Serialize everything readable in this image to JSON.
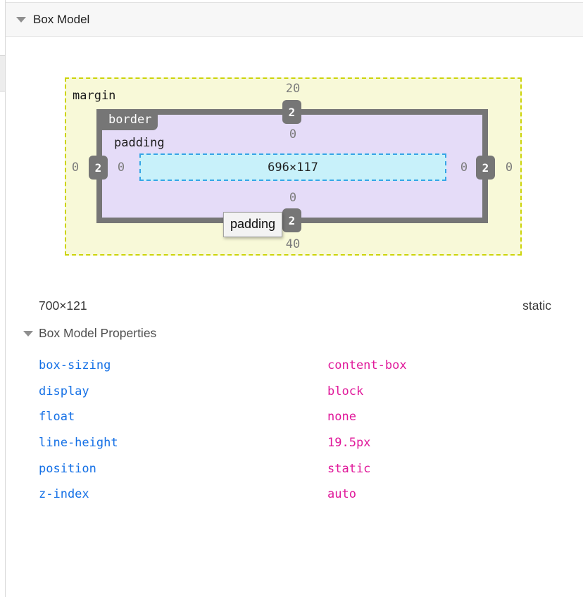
{
  "panel": {
    "header": {
      "title": "Box Model"
    },
    "diagram": {
      "margin_label": "margin",
      "border_label": "border",
      "padding_label": "padding",
      "content_size": "696×117",
      "values": {
        "margin_top": "20",
        "margin_bottom": "40",
        "margin_left": "0",
        "margin_right": "0",
        "border_top": "2",
        "border_bottom": "2",
        "border_left": "2",
        "border_right": "2",
        "padding_top": "0",
        "padding_bottom": "0",
        "padding_left": "0",
        "padding_right": "0"
      },
      "tooltip": "padding",
      "colors": {
        "margin_bg": "#f8f9d8",
        "margin_dash": "#ccd40a",
        "border_color": "#767676",
        "padding_bg": "#e5dcf8",
        "content_bg": "#c8f1fa",
        "content_dash": "#35a5e6"
      }
    },
    "summary": {
      "dimensions": "700×121",
      "position": "static"
    },
    "properties_section": {
      "title": "Box Model Properties",
      "name_color": "#1470e6",
      "value_color": "#e0189a",
      "properties": [
        {
          "name": "box-sizing",
          "value": "content-box"
        },
        {
          "name": "display",
          "value": "block"
        },
        {
          "name": "float",
          "value": "none"
        },
        {
          "name": "line-height",
          "value": "19.5px"
        },
        {
          "name": "position",
          "value": "static"
        },
        {
          "name": "z-index",
          "value": "auto"
        }
      ]
    }
  }
}
